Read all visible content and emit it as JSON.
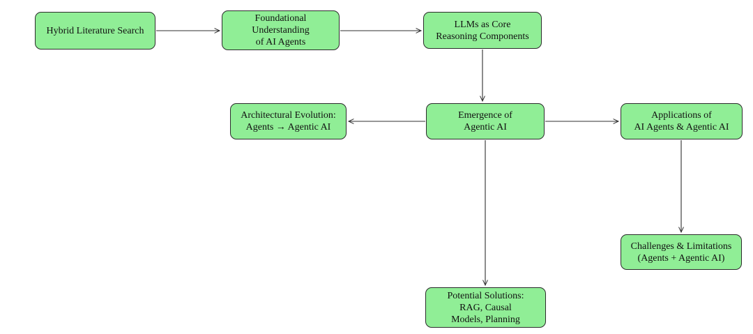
{
  "diagram": {
    "type": "flowchart",
    "background": "#ffffff",
    "node_fill": "#90ee96",
    "node_border": "#2b2b2b",
    "arrow_color": "#2f2f2f",
    "nodes": {
      "hybrid": {
        "label": "Hybrid Literature Search"
      },
      "foundational": {
        "label": "Foundational\nUnderstanding\nof AI Agents"
      },
      "llms": {
        "label": "LLMs as Core\nReasoning Components"
      },
      "architectural": {
        "label": "Architectural Evolution:\nAgents → Agentic AI"
      },
      "emergence": {
        "label": "Emergence of\nAgentic AI"
      },
      "applications": {
        "label": "Applications of\nAI Agents & Agentic AI"
      },
      "challenges": {
        "label": "Challenges & Limitations\n(Agents + Agentic AI)"
      },
      "solutions": {
        "label": "Potential Solutions:\nRAG, Causal\nModels, Planning"
      }
    },
    "edges": [
      {
        "from": "hybrid",
        "to": "foundational",
        "direction": "right"
      },
      {
        "from": "foundational",
        "to": "llms",
        "direction": "right"
      },
      {
        "from": "llms",
        "to": "emergence",
        "direction": "down"
      },
      {
        "from": "emergence",
        "to": "architectural",
        "direction": "left"
      },
      {
        "from": "emergence",
        "to": "applications",
        "direction": "right"
      },
      {
        "from": "applications",
        "to": "challenges",
        "direction": "down"
      },
      {
        "from": "emergence",
        "to": "solutions",
        "direction": "down"
      }
    ]
  }
}
